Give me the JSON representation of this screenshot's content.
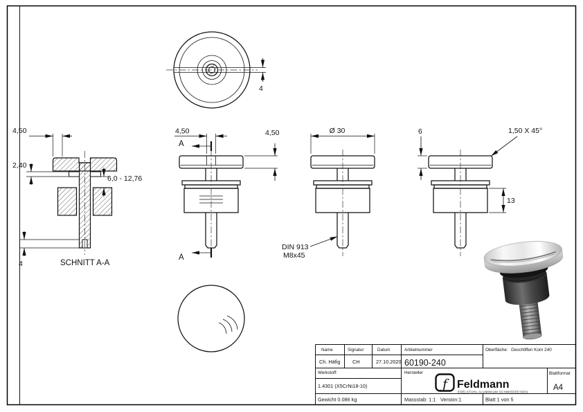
{
  "drawing": {
    "top_view": {
      "dim_slot_width": "4"
    },
    "section_view": {
      "title": "SCHNITT A-A",
      "dim_cap_edge": "4,50",
      "dim_gasket": "2,40",
      "dim_clamp_range": "6,0 - 12,76",
      "dim_bottom": "4"
    },
    "front_view": {
      "dim_slot_width": "4,50",
      "dim_cap_height": "4,50",
      "section_label_top": "A",
      "section_label_bottom": "A"
    },
    "diameter_view": {
      "dim_diameter": "Ø 30",
      "note_standard": "DIN 913",
      "note_thread": "M8x45"
    },
    "chamfer_view": {
      "dim_top": "6",
      "note_chamfer": "1,50 X 45°",
      "dim_body_height": "13"
    }
  },
  "title_block": {
    "labels": {
      "name": "Name",
      "signature": "Signatur",
      "date": "Datum",
      "article": "Artikelnummer",
      "surface": "Oberfläche:",
      "material": "Werkstoff:",
      "manufacturer": "Hersteller",
      "format": "Blattformat"
    },
    "values": {
      "name": "Ch. Häfig",
      "signature": "CH",
      "date": "27.10.2020",
      "article_number": "60190-240",
      "surface": "Geschliffen Korn 240",
      "material": "1.4301 (X5CrNi18-10)",
      "format": "A4",
      "weight": "Gewicht 0.086 kg",
      "scale": "Massstab: 1:1",
      "version": "Version:1",
      "sheet": "Blatt 1 von 5"
    },
    "logo": {
      "glyph": "ƒ",
      "name": "Feldmann",
      "tagline": "EDELSTAHL  ALUMINIUM  SCHMIEDEEISEN"
    }
  },
  "colors": {
    "line": "#111111",
    "paper": "#ffffff"
  }
}
